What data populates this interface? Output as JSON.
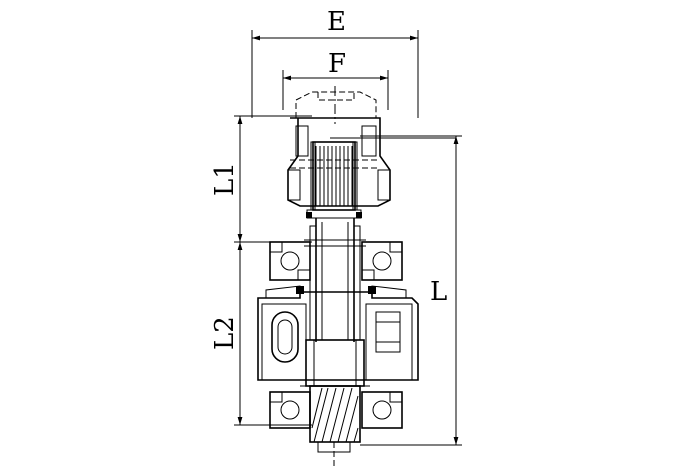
{
  "drawing": {
    "labels": {
      "E": "E",
      "F": "F",
      "L": "L",
      "L1": "L1",
      "L2": "L2"
    }
  }
}
